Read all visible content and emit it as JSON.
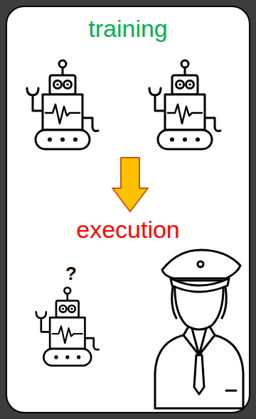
{
  "diagram": {
    "nodes": [
      {
        "text": [
          "training",
          "execution"
        ]
      }
    ],
    "labels": [
      "?"
    ]
  }
}
